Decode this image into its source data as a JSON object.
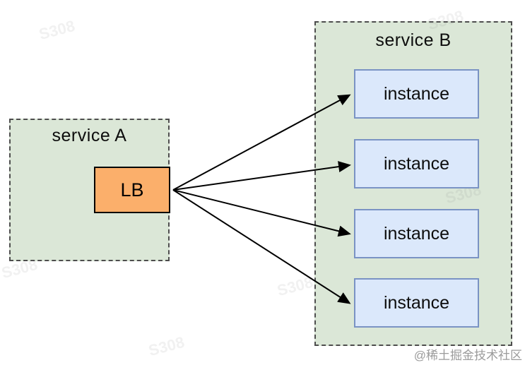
{
  "diagram": {
    "type": "load-balancing-diagram",
    "service_a": {
      "title": "service A",
      "node": {
        "label": "LB"
      }
    },
    "service_b": {
      "title": "service B",
      "instances": [
        {
          "label": "instance"
        },
        {
          "label": "instance"
        },
        {
          "label": "instance"
        },
        {
          "label": "instance"
        }
      ]
    },
    "connections": [
      {
        "from": "LB",
        "to": "service B instance 1"
      },
      {
        "from": "LB",
        "to": "service B instance 2"
      },
      {
        "from": "LB",
        "to": "service B instance 3"
      },
      {
        "from": "LB",
        "to": "service B instance 4"
      }
    ],
    "colors": {
      "service_box_fill": "#dbe7d7",
      "service_box_border": "#4d4d4d",
      "lb_fill": "#fbaf6b",
      "lb_border": "#000000",
      "instance_fill": "#dbe8fb",
      "instance_border": "#7a93c4",
      "arrow": "#000000"
    }
  },
  "watermarks": {
    "corner": "@稀土掘金技术社区",
    "tiled": "S308"
  }
}
